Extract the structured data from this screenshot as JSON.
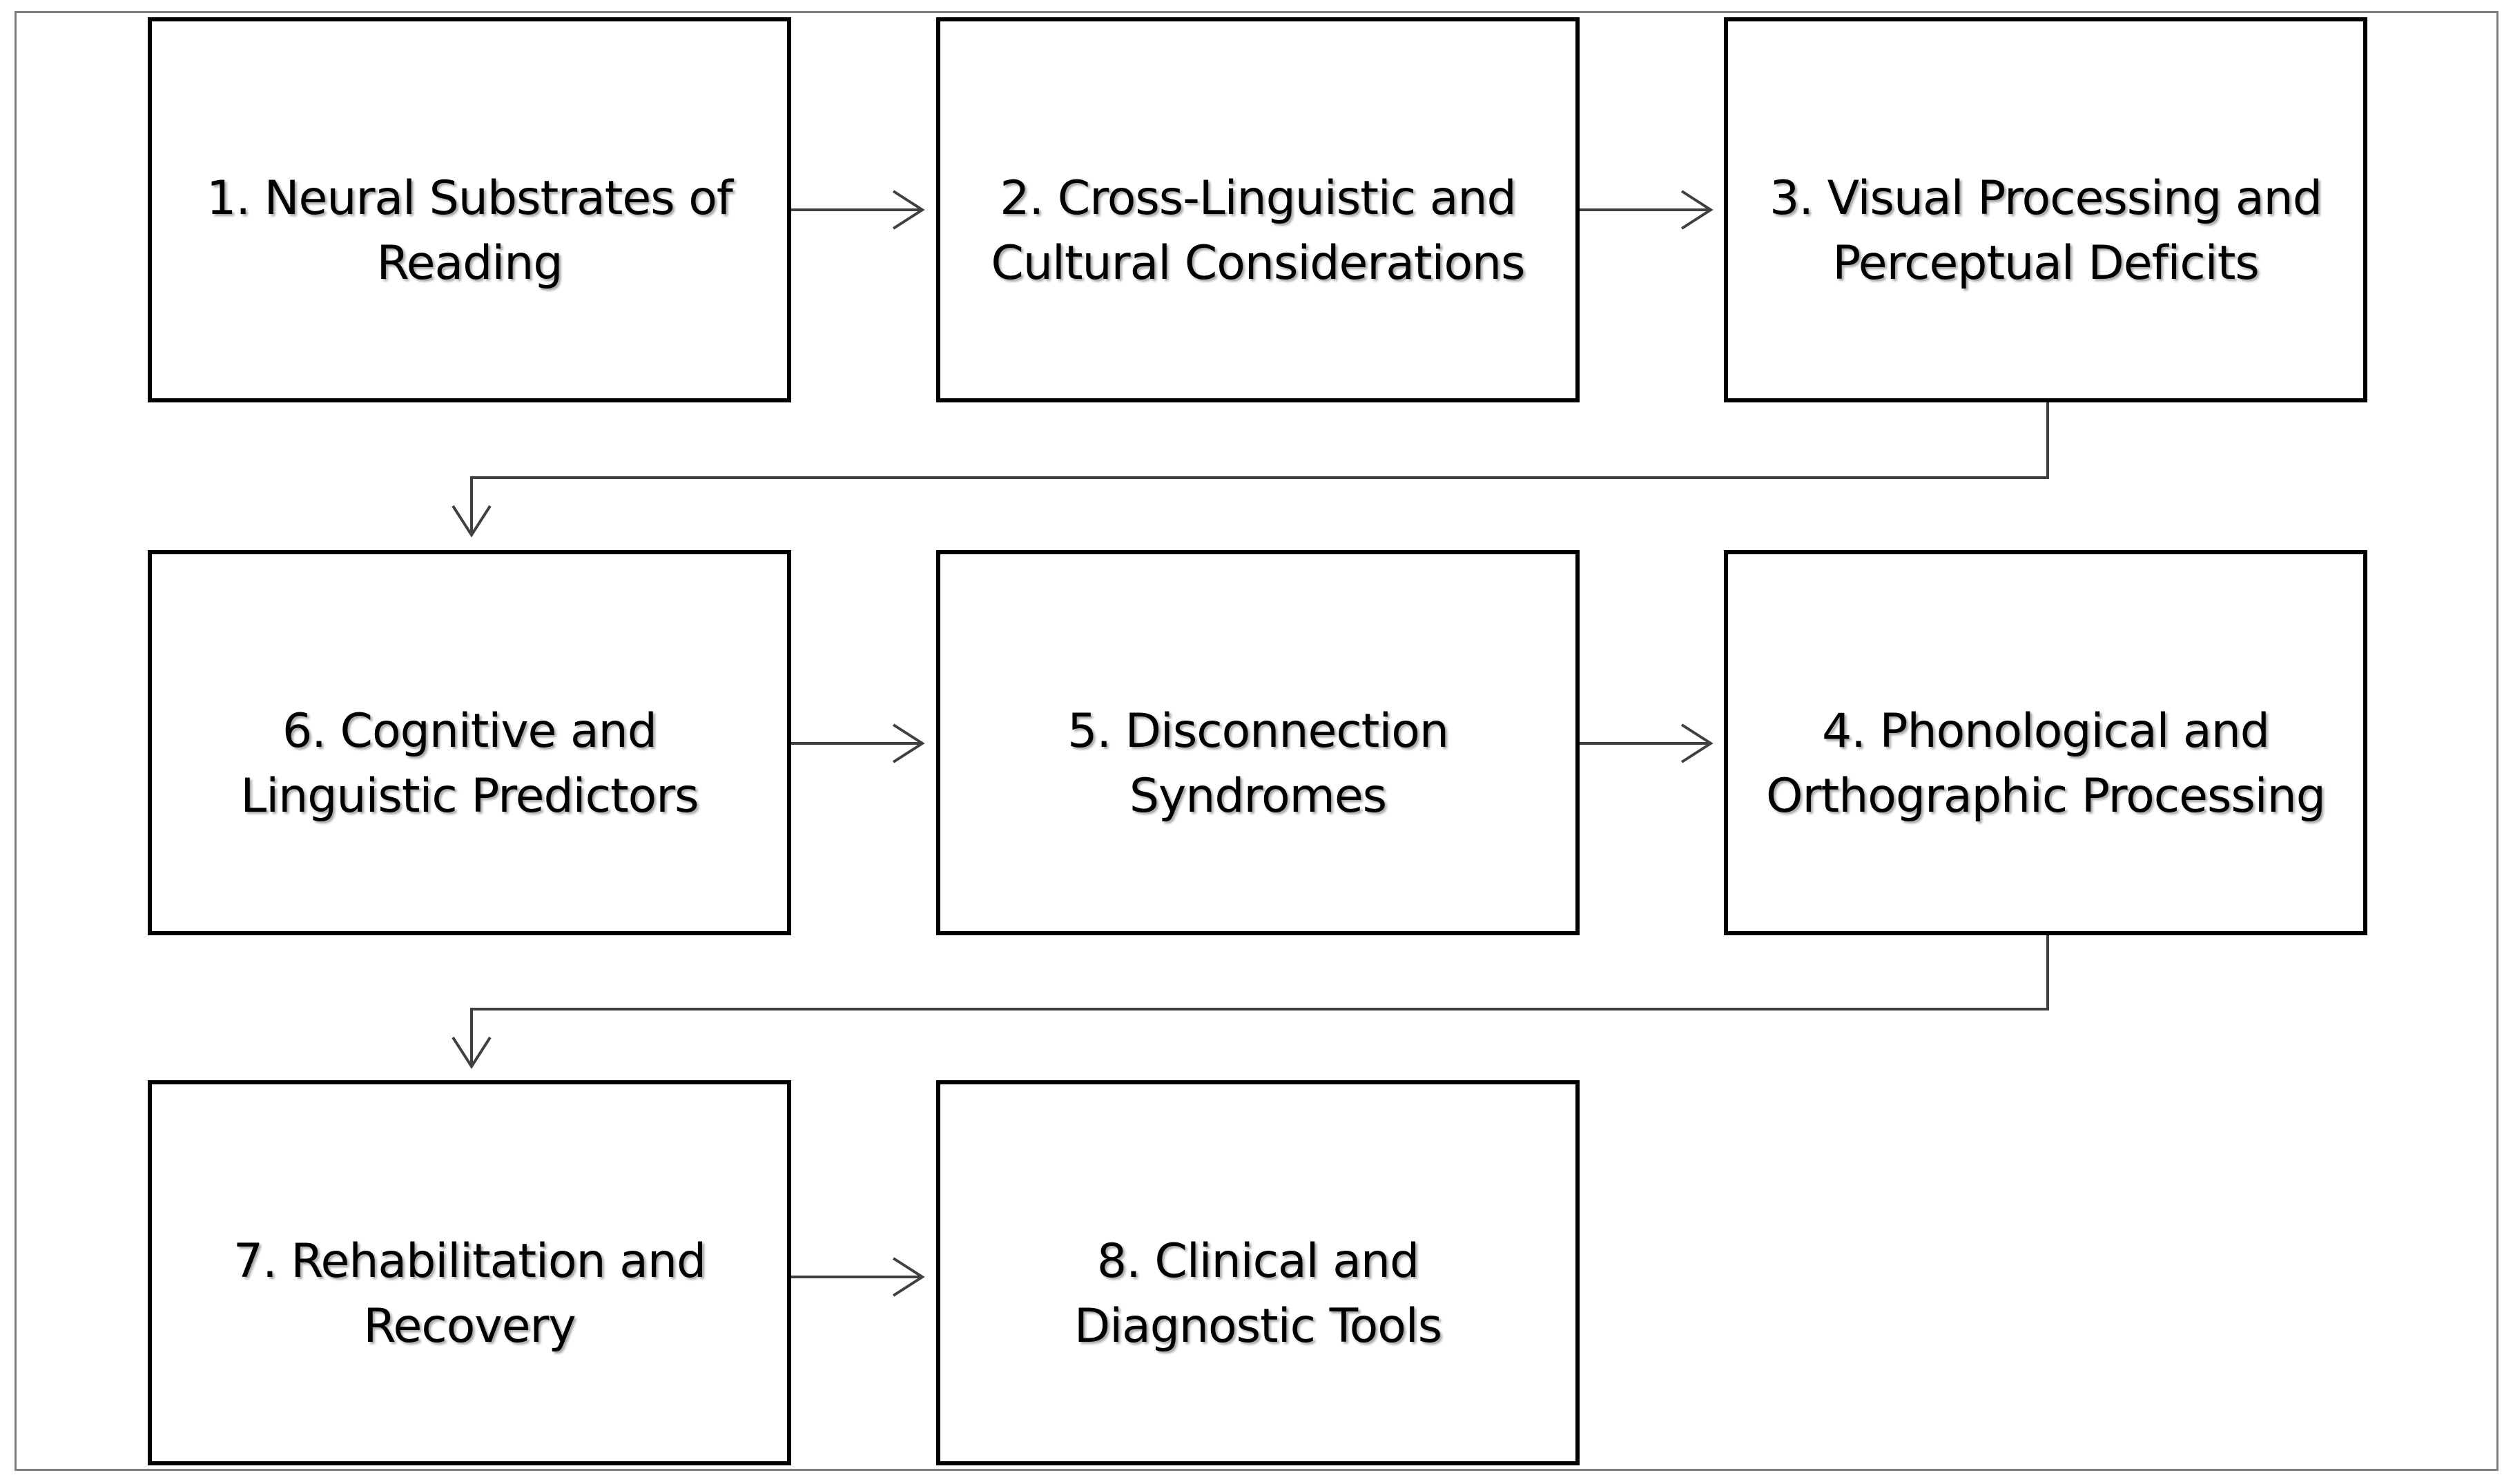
{
  "diagram": {
    "nodes": [
      {
        "id": "1",
        "lines": [
          "1. Neural Substrates of",
          "Reading"
        ]
      },
      {
        "id": "2",
        "lines": [
          "2. Cross-Linguistic and",
          "Cultural Considerations"
        ]
      },
      {
        "id": "3",
        "lines": [
          "3. Visual Processing and",
          "Perceptual Deficits"
        ]
      },
      {
        "id": "4",
        "lines": [
          "4. Phonological and",
          "Orthographic Processing"
        ]
      },
      {
        "id": "5",
        "lines": [
          "5. Disconnection",
          "Syndromes"
        ]
      },
      {
        "id": "6",
        "lines": [
          "6. Cognitive and",
          "Linguistic Predictors"
        ]
      },
      {
        "id": "7",
        "lines": [
          "7. Rehabilitation and",
          "Recovery"
        ]
      },
      {
        "id": "8",
        "lines": [
          "8. Clinical and",
          "Diagnostic Tools"
        ]
      }
    ],
    "edges": [
      {
        "from": "1",
        "to": "2"
      },
      {
        "from": "2",
        "to": "3"
      },
      {
        "from": "3",
        "to": "6"
      },
      {
        "from": "6",
        "to": "5"
      },
      {
        "from": "5",
        "to": "4"
      },
      {
        "from": "4",
        "to": "7"
      },
      {
        "from": "7",
        "to": "8"
      }
    ],
    "colors": {
      "box_border": "#000000",
      "arrow": "#404040",
      "frame": "#7f7f7f",
      "text": "#000000"
    }
  }
}
